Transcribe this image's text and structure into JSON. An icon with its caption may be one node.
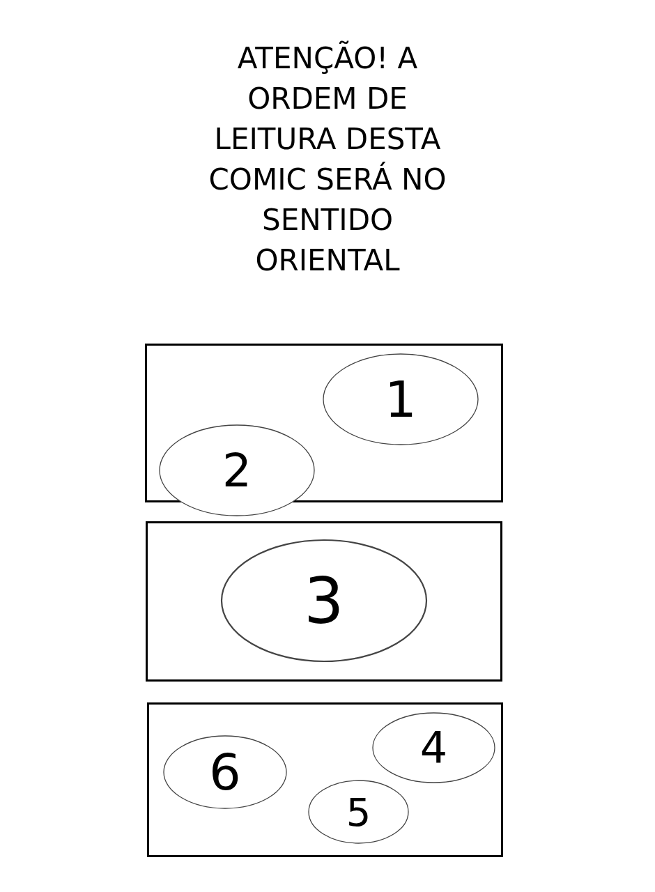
{
  "diagram": {
    "title": "ATENÇÃO! A ORDEM DE LEITURA DESTA COMIC SERÁ NO SENTIDO ORIENTAL",
    "nodes": [
      {
        "text": [],
        "shape": "box"
      },
      {
        "text": [
          "1"
        ],
        "in": 0
      },
      {
        "text": [
          "2"
        ]
      },
      {
        "text": [],
        "shape": "box"
      },
      {
        "text": [
          "3"
        ],
        "in": 3
      },
      {
        "text": [],
        "shape": "box"
      },
      {
        "text": [
          "4"
        ],
        "in": 5
      },
      {
        "text": [
          "5"
        ],
        "in": 5
      },
      {
        "text": [
          "6"
        ],
        "in": 5
      }
    ],
    "edges": []
  }
}
